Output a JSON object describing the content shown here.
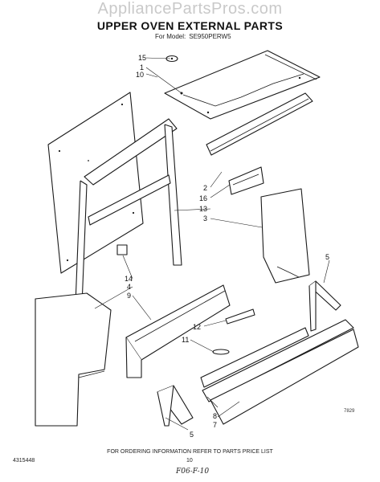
{
  "watermark": "AppliancePartsPros.com",
  "title": "UPPER OVEN EXTERNAL PARTS",
  "model": {
    "prefix": "For Model:",
    "number": "SE950PERW5"
  },
  "footer": "FOR ORDERING INFORMATION REFER TO PARTS PRICE LIST",
  "doc_number": "4315448",
  "page_number": "10",
  "handwritten_note": "F06-F-10",
  "figure_code": "7829",
  "callouts": {
    "c15": "15",
    "c1": "1",
    "c10": "10",
    "c2": "2",
    "c16": "16",
    "c13": "13",
    "c3": "3",
    "c5a": "5",
    "c14": "14",
    "c4": "4",
    "c9": "9",
    "c12": "12",
    "c11": "11",
    "c8": "8",
    "c7": "7",
    "c5b": "5"
  }
}
